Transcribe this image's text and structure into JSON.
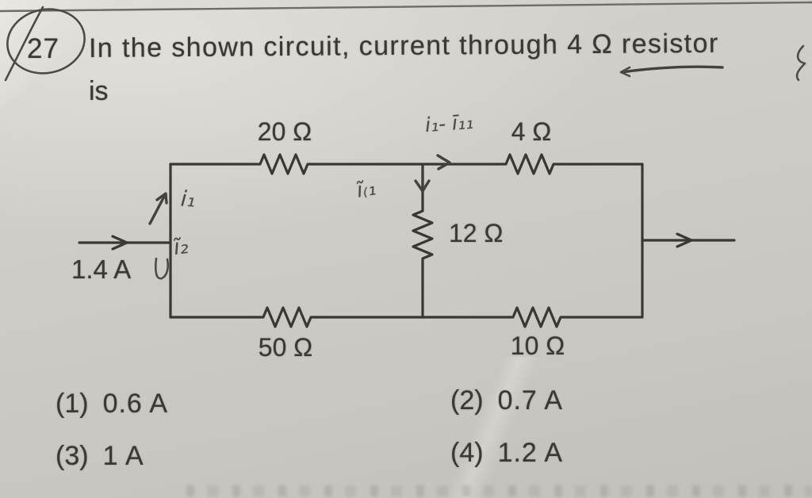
{
  "question": {
    "number": "27",
    "line1": "In the shown circuit, current through 4 Ω resistor",
    "line2": "is"
  },
  "circuit": {
    "labels": {
      "r_top_left": "20 Ω",
      "r_top_right": "4 Ω",
      "r_middle": "12 Ω",
      "r_bottom_left": "50 Ω",
      "r_bottom_right": "10 Ω",
      "source_current": "1.4 A"
    },
    "annotations": {
      "top_current": "i₁- ī₁₁",
      "middle_current": "ĩ₍₁",
      "left_current_up": "i₁",
      "left_current_down": "ĩ₂"
    }
  },
  "options": [
    {
      "label": "(1)",
      "value": "0.6 A"
    },
    {
      "label": "(2)",
      "value": "0.7 A"
    },
    {
      "label": "(3)",
      "value": "1 A"
    },
    {
      "label": "(4)",
      "value": "1.2 A"
    }
  ]
}
